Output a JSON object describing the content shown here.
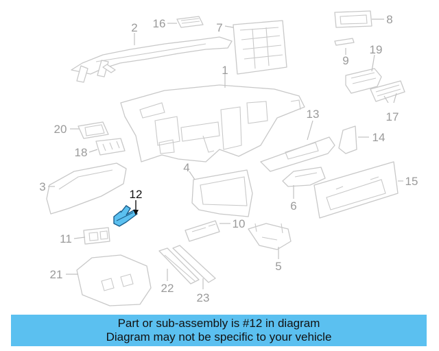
{
  "callouts": {
    "c1": "1",
    "c2": "2",
    "c3": "3",
    "c4": "4",
    "c5": "5",
    "c6": "6",
    "c7": "7",
    "c8": "8",
    "c9": "9",
    "c10": "10",
    "c11": "11",
    "c12": "12",
    "c13": "13",
    "c14": "14",
    "c15": "15",
    "c16": "16",
    "c17": "17",
    "c18": "18",
    "c19": "19",
    "c20": "20",
    "c21": "21",
    "c22": "22",
    "c23": "23"
  },
  "colors": {
    "highlight_part": "#5bc0f0",
    "banner_background": "#5bc0f0",
    "line_art": "#c8c8c8"
  },
  "highlighted_part": "12",
  "banner": {
    "line1": "Part or sub-assembly is #12 in diagram",
    "line2": "Diagram may not be specific to your vehicle"
  }
}
